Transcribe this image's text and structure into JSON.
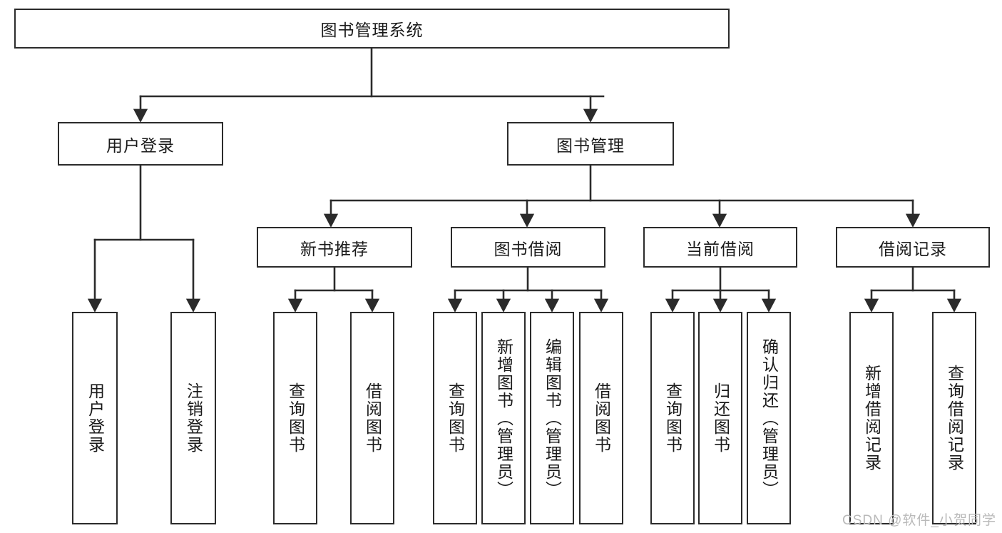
{
  "diagram": {
    "title": "图书管理系统",
    "type": "hierarchy-tree",
    "watermark": "CSDN @软件_小贺同学",
    "colors": {
      "stroke": "#2b2b2b",
      "fill": "#ffffff",
      "text": "#1a1a1a",
      "watermark": "#b9b9b9"
    },
    "levels": {
      "root": {
        "label": "图书管理系统"
      },
      "level2": [
        {
          "label": "用户登录"
        },
        {
          "label": "图书管理"
        }
      ],
      "level3": [
        {
          "label": "新书推荐"
        },
        {
          "label": "图书借阅"
        },
        {
          "label": "当前借阅"
        },
        {
          "label": "借阅记录"
        }
      ],
      "level4": [
        {
          "label": "用户登录",
          "parent": "用户登录"
        },
        {
          "label": "注销登录",
          "parent": "用户登录"
        },
        {
          "label": "查询图书",
          "parent": "新书推荐"
        },
        {
          "label": "借阅图书",
          "parent": "新书推荐"
        },
        {
          "label": "查询图书",
          "parent": "图书借阅"
        },
        {
          "label": "新增图书（管理员）",
          "parent": "图书借阅"
        },
        {
          "label": "编辑图书（管理员）",
          "parent": "图书借阅"
        },
        {
          "label": "借阅图书",
          "parent": "图书借阅"
        },
        {
          "label": "查询图书",
          "parent": "当前借阅"
        },
        {
          "label": "归还图书",
          "parent": "当前借阅"
        },
        {
          "label": "确认归还（管理员）",
          "parent": "当前借阅"
        },
        {
          "label": "新增借阅记录",
          "parent": "借阅记录"
        },
        {
          "label": "查询借阅记录",
          "parent": "借阅记录"
        }
      ]
    }
  }
}
